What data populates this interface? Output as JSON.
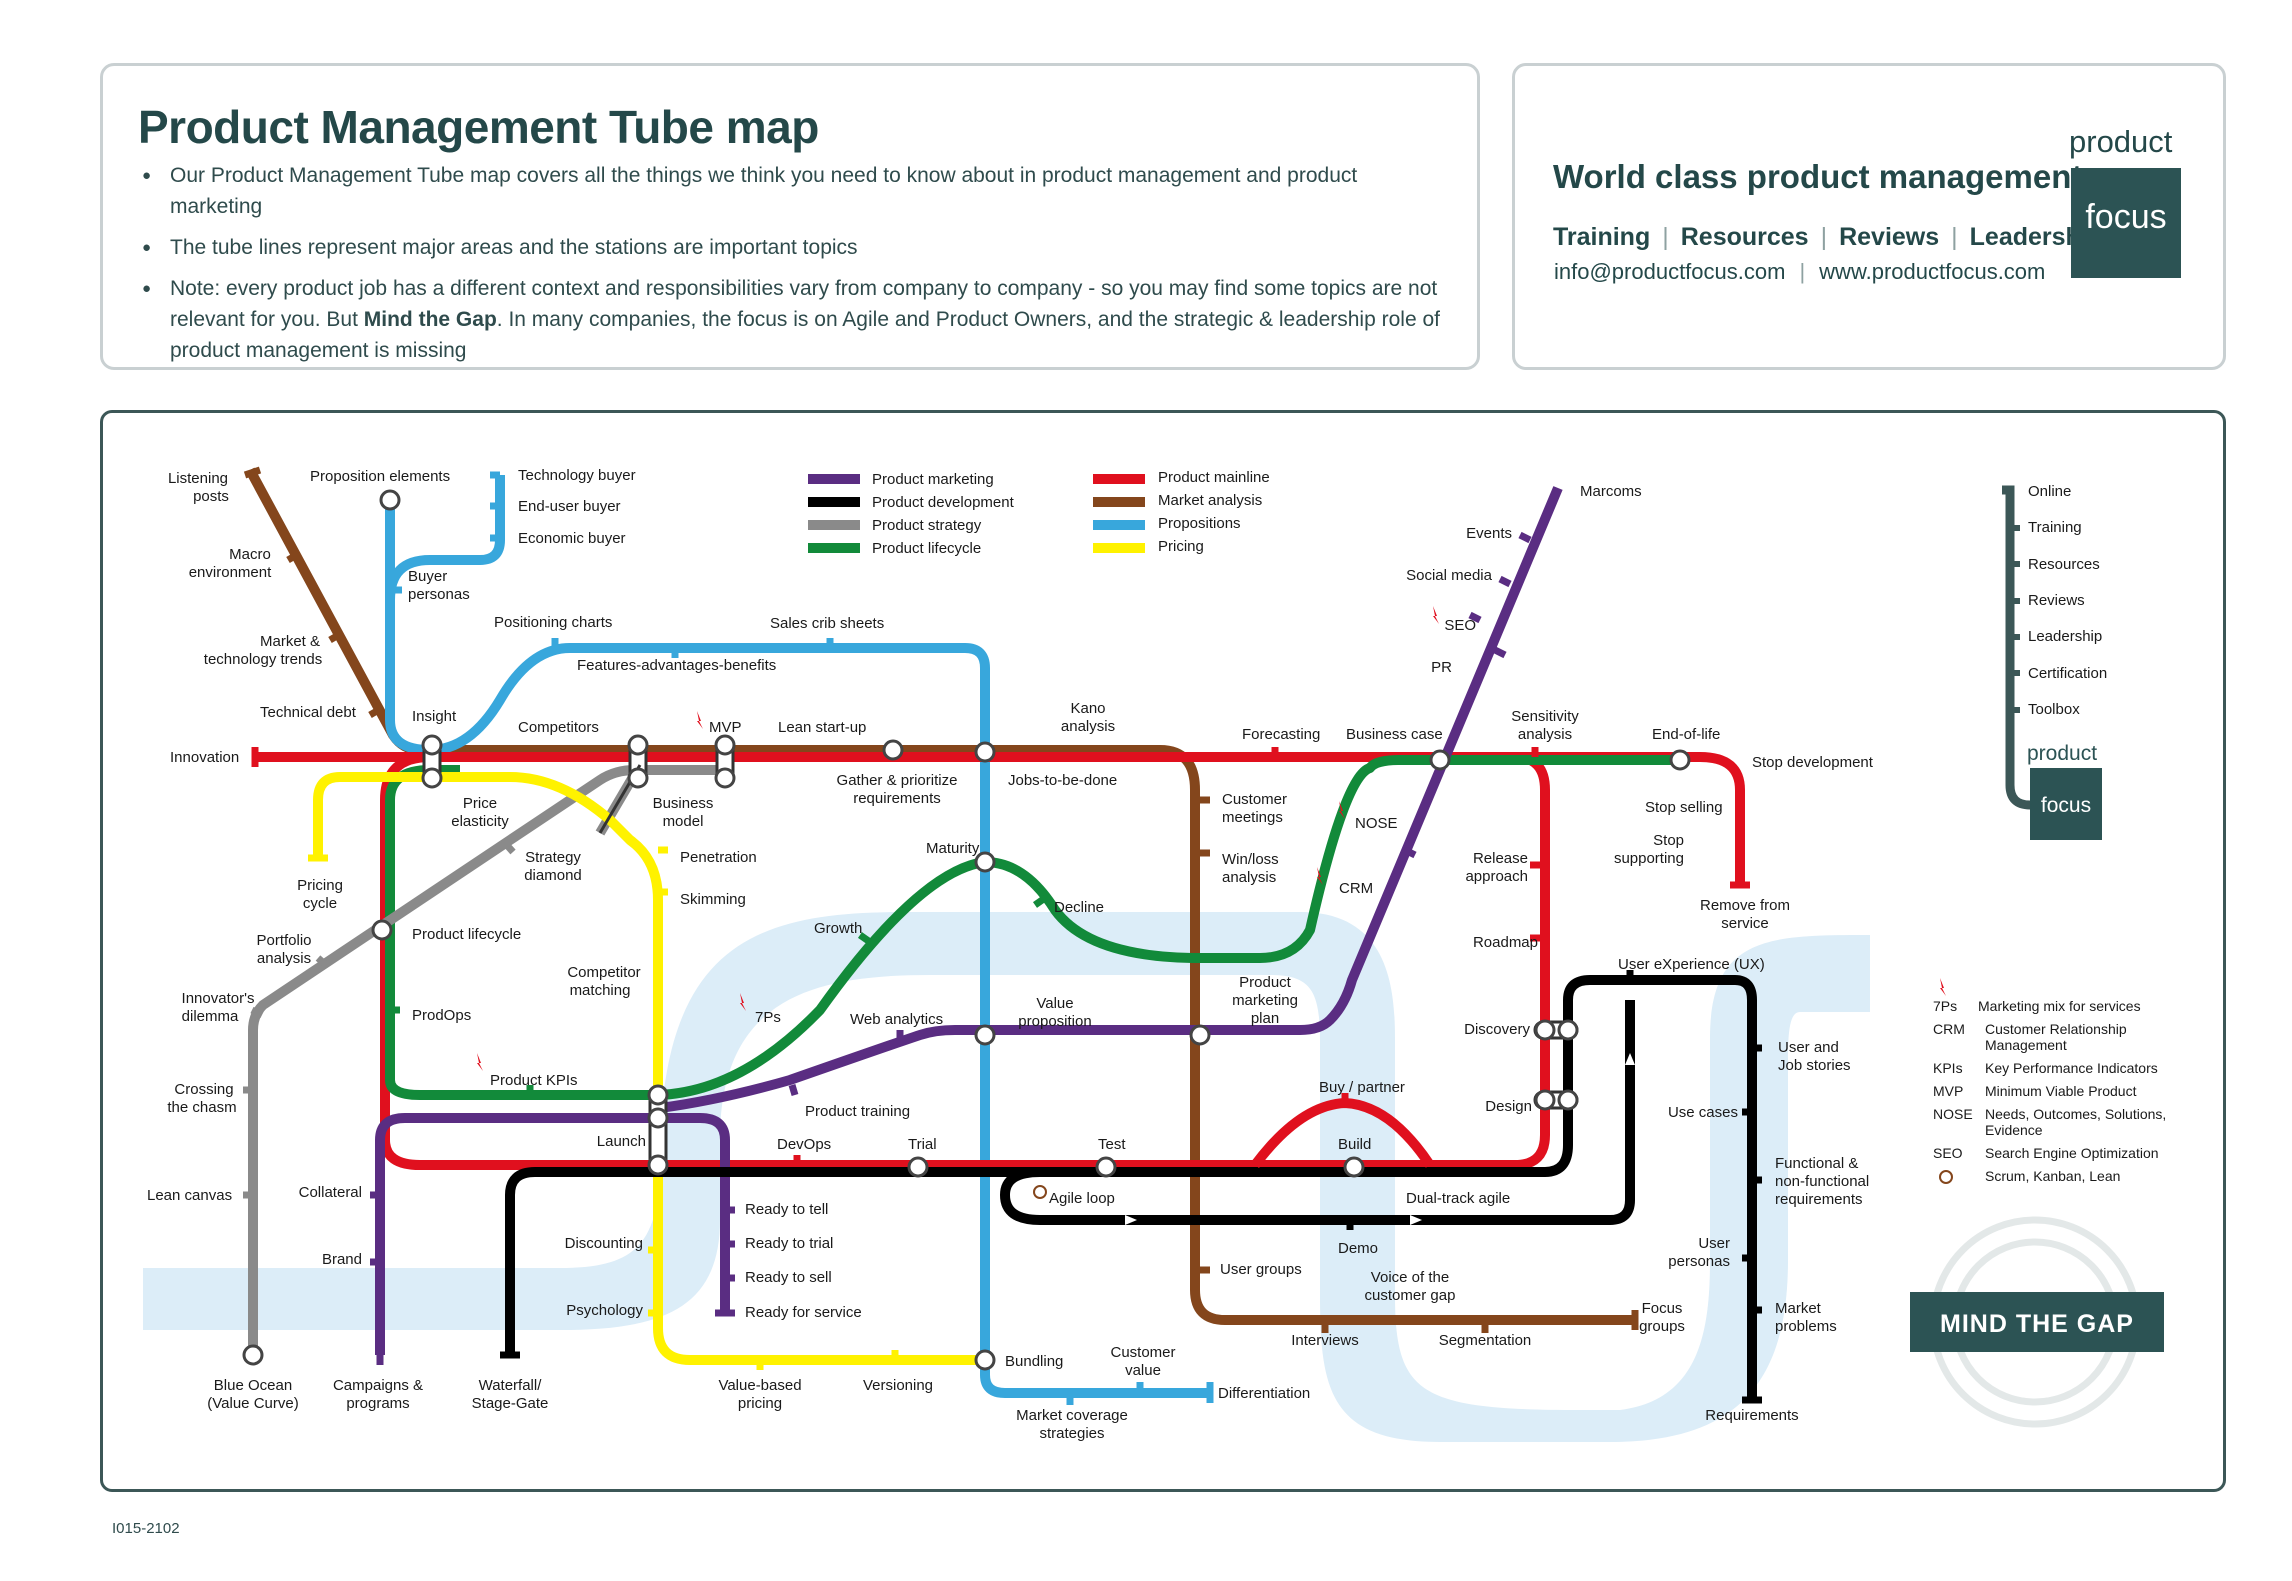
{
  "header": {
    "title": "Product Management Tube map",
    "bullets": [
      "Our Product Management Tube map covers all the things we think you need to know about in product management and product marketing",
      "The tube lines represent major areas and the stations are important topics"
    ],
    "note_part1": "Note: every product job has a different context and responsibilities vary from company to company - so you may find some topics are not relevant for you. But ",
    "note_bold": "Mind the Gap",
    "note_part2": ". In many companies, the focus is on Agile and Product Owners, and the strategic & leadership role of product management is missing"
  },
  "brand": {
    "headline": "World class product management",
    "links": [
      "Training",
      "Resources",
      "Reviews",
      "Leadership"
    ],
    "email": "info@productfocus.com",
    "website": "www.productfocus.com",
    "logo_word": "product",
    "logo_box": "focus"
  },
  "colors": {
    "product_marketing": "#5a2d82",
    "product_development": "#000000",
    "product_strategy": "#8a8a8a",
    "product_lifecycle": "#128a3a",
    "product_mainline": "#e0101e",
    "market_analysis": "#84461c",
    "propositions": "#38a7dc",
    "pricing": "#fff200",
    "river": "#dcedf8",
    "brand": "#2c5354"
  },
  "legend": [
    {
      "name": "Product marketing",
      "color": "#5a2d82"
    },
    {
      "name": "Product development",
      "color": "#000000"
    },
    {
      "name": "Product strategy",
      "color": "#8a8a8a"
    },
    {
      "name": "Product lifecycle",
      "color": "#128a3a"
    },
    {
      "name": "Product mainline",
      "color": "#e0101e"
    },
    {
      "name": "Market analysis",
      "color": "#84461c"
    },
    {
      "name": "Propositions",
      "color": "#38a7dc"
    },
    {
      "name": "Pricing",
      "color": "#fff200"
    }
  ],
  "services": {
    "items": [
      "Online",
      "Training",
      "Resources",
      "Reviews",
      "Leadership",
      "Certification",
      "Toolbox"
    ],
    "logo_word": "product",
    "logo_box": "focus"
  },
  "abbreviations": [
    {
      "abbr": "7Ps",
      "meaning": [
        "Marketing mix for services"
      ]
    },
    {
      "abbr": "CRM",
      "meaning": [
        "Customer Relationship",
        "Management"
      ]
    },
    {
      "abbr": "KPIs",
      "meaning": [
        "Key Performance Indicators"
      ]
    },
    {
      "abbr": "MVP",
      "meaning": [
        "Minimum Viable Product"
      ]
    },
    {
      "abbr": "NOSE",
      "meaning": [
        "Needs, Outcomes, Solutions,",
        "Evidence"
      ]
    },
    {
      "abbr": "SEO",
      "meaning": [
        "Search Engine Optimization"
      ]
    },
    {
      "abbr": "",
      "meaning": [
        "Scrum, Kanban, Lean"
      ]
    }
  ],
  "mind_the_gap": "MIND THE GAP",
  "doc_code": "I015-2102",
  "stations": [
    {
      "lines": [
        "Listening",
        "posts"
      ]
    },
    {
      "lines": [
        "Macro",
        "environment"
      ]
    },
    {
      "lines": [
        "Market &",
        "technology trends"
      ]
    },
    {
      "lines": [
        "Technical debt"
      ]
    },
    {
      "lines": [
        "Innovation"
      ]
    },
    {
      "lines": [
        "Proposition elements"
      ]
    },
    {
      "lines": [
        "Buyer",
        "personas"
      ]
    },
    {
      "lines": [
        "Technology buyer"
      ]
    },
    {
      "lines": [
        "End-user buyer"
      ]
    },
    {
      "lines": [
        "Economic buyer"
      ]
    },
    {
      "lines": [
        "Positioning charts"
      ]
    },
    {
      "lines": [
        "Sales crib sheets"
      ]
    },
    {
      "lines": [
        "Features-advantages-benefits"
      ]
    },
    {
      "lines": [
        "Insight"
      ]
    },
    {
      "lines": [
        "Competitors"
      ]
    },
    {
      "lines": [
        "MVP"
      ]
    },
    {
      "lines": [
        "Lean start-up"
      ]
    },
    {
      "lines": [
        "Kano",
        "analysis"
      ]
    },
    {
      "lines": [
        "Forecasting"
      ]
    },
    {
      "lines": [
        "Business case"
      ]
    },
    {
      "lines": [
        "Sensitivity",
        "analysis"
      ]
    },
    {
      "lines": [
        "End-of-life"
      ]
    },
    {
      "lines": [
        "Stop development"
      ]
    },
    {
      "lines": [
        "Price",
        "elasticity"
      ]
    },
    {
      "lines": [
        "Business",
        "model"
      ]
    },
    {
      "lines": [
        "Gather & prioritize",
        "requirements"
      ]
    },
    {
      "lines": [
        "Jobs-to-be-done"
      ]
    },
    {
      "lines": [
        "Customer",
        "meetings"
      ]
    },
    {
      "lines": [
        "Stop selling"
      ]
    },
    {
      "lines": [
        "Stop",
        "supporting"
      ]
    },
    {
      "lines": [
        "Pricing",
        "cycle"
      ]
    },
    {
      "lines": [
        "Strategy",
        "diamond"
      ]
    },
    {
      "lines": [
        "Penetration"
      ]
    },
    {
      "lines": [
        "Skimming"
      ]
    },
    {
      "lines": [
        "Maturity"
      ]
    },
    {
      "lines": [
        "NOSE"
      ]
    },
    {
      "lines": [
        "Win/loss",
        "analysis"
      ]
    },
    {
      "lines": [
        "Release",
        "approach"
      ]
    },
    {
      "lines": [
        "Remove from",
        "service"
      ]
    },
    {
      "lines": [
        "Portfolio",
        "analysis"
      ]
    },
    {
      "lines": [
        "Product lifecycle"
      ]
    },
    {
      "lines": [
        "Decline"
      ]
    },
    {
      "lines": [
        "CRM"
      ]
    },
    {
      "lines": [
        "Growth"
      ]
    },
    {
      "lines": [
        "Roadmap"
      ]
    },
    {
      "lines": [
        "Competitor",
        "matching"
      ]
    },
    {
      "lines": [
        "User eXperience (UX)"
      ]
    },
    {
      "lines": [
        "Product",
        "marketing",
        "plan"
      ]
    },
    {
      "lines": [
        "Innovator's",
        "dilemma"
      ]
    },
    {
      "lines": [
        "ProdOps"
      ]
    },
    {
      "lines": [
        "7Ps"
      ]
    },
    {
      "lines": [
        "Web analytics"
      ]
    },
    {
      "lines": [
        "Value",
        "proposition"
      ]
    },
    {
      "lines": [
        "Discovery"
      ]
    },
    {
      "lines": [
        "User and",
        "Job stories"
      ]
    },
    {
      "lines": [
        "Product KPIs"
      ]
    },
    {
      "lines": [
        "Buy / partner"
      ]
    },
    {
      "lines": [
        "Crossing",
        "the chasm"
      ]
    },
    {
      "lines": [
        "Product training"
      ]
    },
    {
      "lines": [
        "Design"
      ]
    },
    {
      "lines": [
        "Launch"
      ]
    },
    {
      "lines": [
        "DevOps"
      ]
    },
    {
      "lines": [
        "Trial"
      ]
    },
    {
      "lines": [
        "Test"
      ]
    },
    {
      "lines": [
        "Build"
      ]
    },
    {
      "lines": [
        "Use cases"
      ]
    },
    {
      "lines": [
        "Functional &",
        "non-functional",
        "requirements"
      ]
    },
    {
      "lines": [
        "Lean canvas"
      ]
    },
    {
      "lines": [
        "Collateral"
      ]
    },
    {
      "lines": [
        "Agile loop"
      ]
    },
    {
      "lines": [
        "Dual-track agile"
      ]
    },
    {
      "lines": [
        "Ready to tell"
      ]
    },
    {
      "lines": [
        "Discounting"
      ]
    },
    {
      "lines": [
        "Ready to trial"
      ]
    },
    {
      "lines": [
        "Demo"
      ]
    },
    {
      "lines": [
        "Brand"
      ]
    },
    {
      "lines": [
        "Ready to sell"
      ]
    },
    {
      "lines": [
        "User",
        "personas"
      ]
    },
    {
      "lines": [
        "User groups"
      ]
    },
    {
      "lines": [
        "Voice of the",
        "customer gap"
      ]
    },
    {
      "lines": [
        "Psychology"
      ]
    },
    {
      "lines": [
        "Ready for service"
      ]
    },
    {
      "lines": [
        "Focus",
        "groups"
      ]
    },
    {
      "lines": [
        "Market",
        "problems"
      ]
    },
    {
      "lines": [
        "Interviews"
      ]
    },
    {
      "lines": [
        "Segmentation"
      ]
    },
    {
      "lines": [
        "Bundling"
      ]
    },
    {
      "lines": [
        "Customer",
        "value"
      ]
    },
    {
      "lines": [
        "Blue Ocean",
        "(Value Curve)"
      ]
    },
    {
      "lines": [
        "Campaigns &",
        "programs"
      ]
    },
    {
      "lines": [
        "Waterfall/",
        "Stage-Gate"
      ]
    },
    {
      "lines": [
        "Value-based",
        "pricing"
      ]
    },
    {
      "lines": [
        "Versioning"
      ]
    },
    {
      "lines": [
        "Differentiation"
      ]
    },
    {
      "lines": [
        "Market coverage",
        "strategies"
      ]
    },
    {
      "lines": [
        "Requirements"
      ]
    },
    {
      "lines": [
        "Events"
      ]
    },
    {
      "lines": [
        "Marcoms"
      ]
    },
    {
      "lines": [
        "Social media"
      ]
    },
    {
      "lines": [
        "SEO"
      ]
    },
    {
      "lines": [
        "PR"
      ]
    }
  ]
}
